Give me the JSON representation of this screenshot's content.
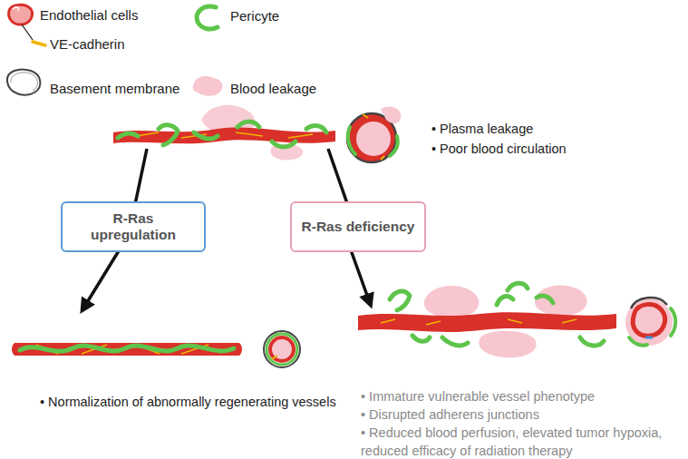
{
  "diagram": {
    "nodes": [
      {
        "text": [
          "R-Ras upregulation"
        ]
      },
      {
        "text": [
          "R-Ras deficiency"
        ]
      }
    ],
    "labels": [
      "• Plasma leakage",
      "• Poor blood circulation",
      "• Normalization of abnormally regenerating vessels",
      "• Immature vulnerable vessel phenotype",
      "• Disrupted adherens junctions",
      "• Reduced blood perfusion, elevated tumor hypoxia, reduced efficacy of radiation therapy"
    ],
    "legend": [
      {
        "text": "Endothelial cells"
      },
      {
        "text": "VE-cadherin"
      },
      {
        "text": "Pericyte"
      },
      {
        "text": "Basement membrane"
      },
      {
        "text": "Blood leakage"
      }
    ]
  }
}
